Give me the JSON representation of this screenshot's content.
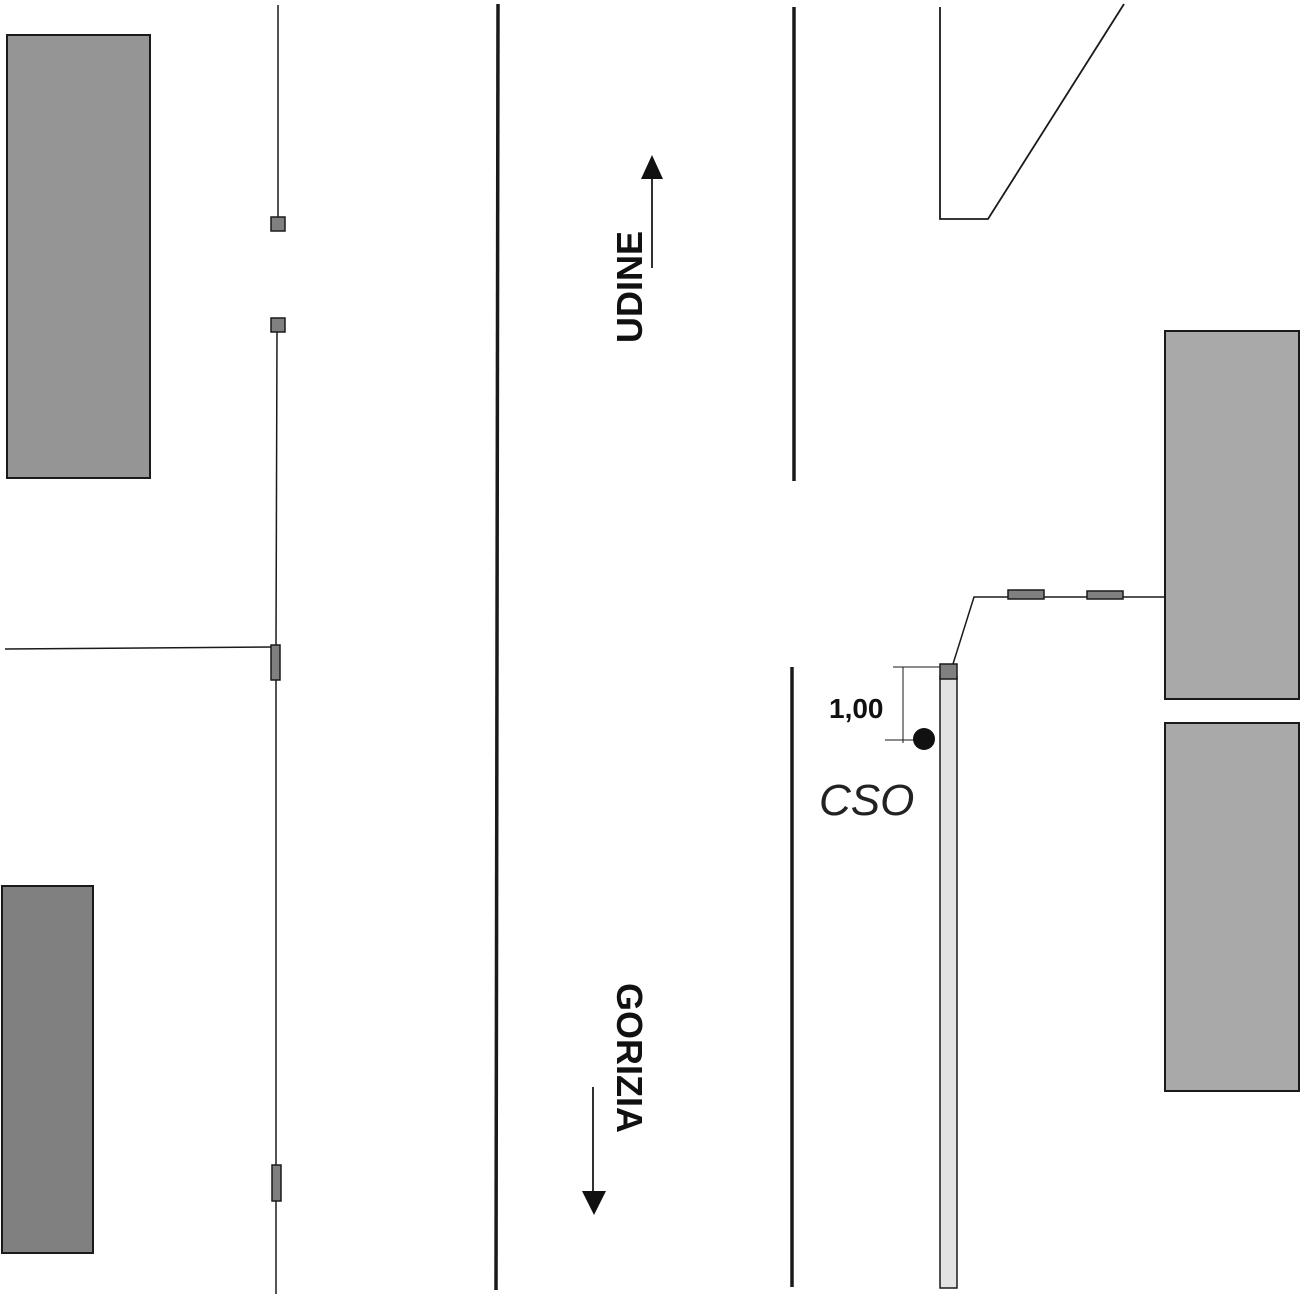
{
  "labels": {
    "udine": "UDINE",
    "gorizia": "GORIZIA",
    "cso": "CSO",
    "distance": "1,00"
  },
  "colors": {
    "building_left_top": "#959595",
    "building_left_bottom": "#808080",
    "building_right": "#a9a9a9",
    "pole": "#808080",
    "sidewalk_strip": "#e3e3e3",
    "line": "#1a1a1a"
  }
}
